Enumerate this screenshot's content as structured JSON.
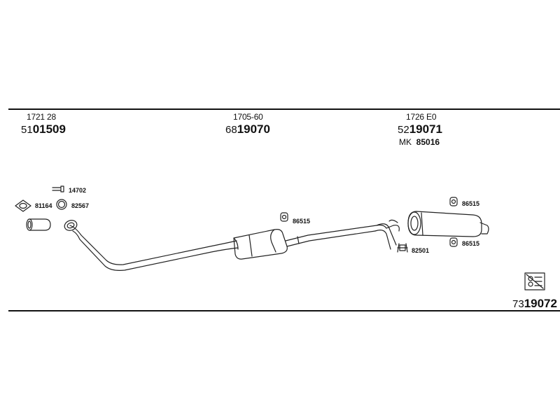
{
  "sections": [
    {
      "oe": "1721 28",
      "prefix": "51",
      "code": "01509"
    },
    {
      "oe": "1705-60",
      "prefix": "68",
      "code": "19070"
    },
    {
      "oe": "1726 E0",
      "prefix": "52",
      "code": "19071",
      "kit_label": "MK",
      "kit_code": "85016"
    }
  ],
  "parts": {
    "p14702": "14702",
    "p81164": "81164",
    "p82567": "82567",
    "p86515_center": "86515",
    "p86515_top": "86515",
    "p86515_bottom": "86515",
    "p82501": "82501"
  },
  "kit": {
    "prefix": "73",
    "code": "19072"
  }
}
